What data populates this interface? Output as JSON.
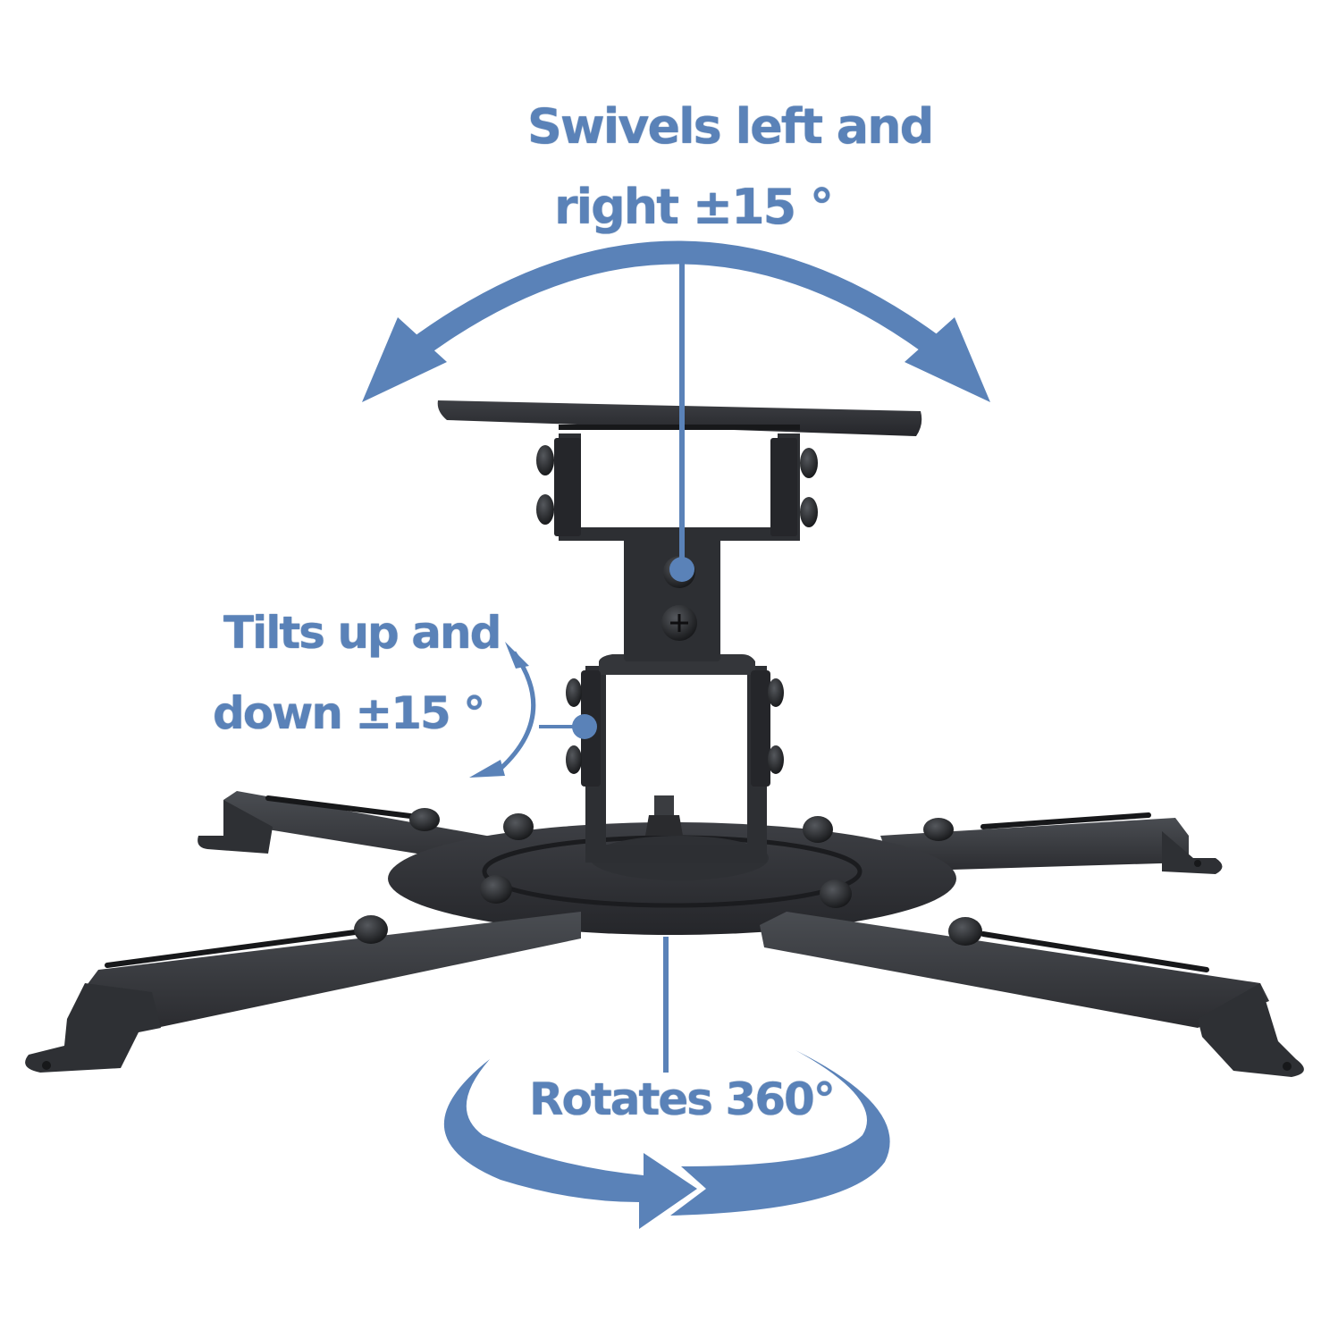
{
  "image": {
    "subject": "Projector ceiling mount with motion callouts",
    "background": "#ffffff"
  },
  "colors": {
    "accent": "#5a82b8",
    "accent_dark": "#4a6c9a",
    "metal": "#3a3c40",
    "metal_dark": "#232427",
    "metal_light": "#55585d"
  },
  "callouts": {
    "swivel": {
      "line1": "Swivels left and",
      "line2": "right ±15 °",
      "icon": "double-arc-arrow"
    },
    "tilt": {
      "line1": "Tilts up and",
      "line2": "down ±15 °",
      "icon": "curved-double-arrow"
    },
    "rotate": {
      "text": "Rotates 360°",
      "icon": "circular-rotate-arrow"
    }
  }
}
